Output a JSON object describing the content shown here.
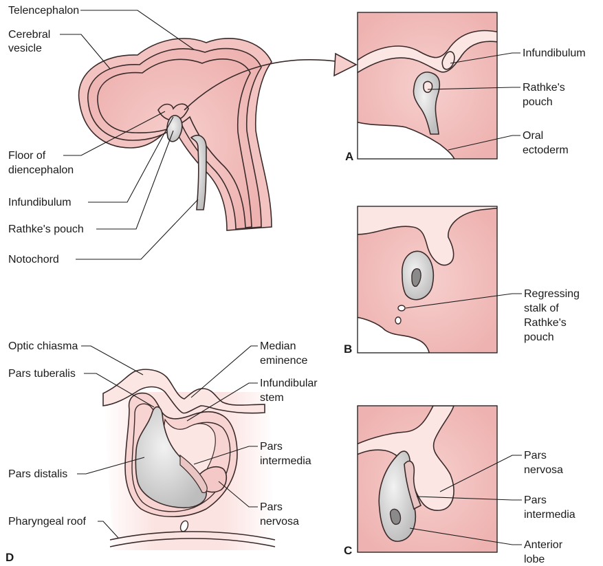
{
  "labels": {
    "telencephalon": "Telencephalon",
    "cerebral_1": "Cerebral",
    "cerebral_2": "vesicle",
    "floor_1": "Floor of",
    "floor_2": "diencephalon",
    "infundibulum_main": "Infundibulum",
    "rathke_main": "Rathke's pouch",
    "notochord": "Notochord",
    "a_infundibulum": "Infundibulum",
    "a_rathke_1": "Rathke's",
    "a_rathke_2": "pouch",
    "a_oral_1": "Oral",
    "a_oral_2": "ectoderm",
    "b_regress_1": "Regressing",
    "b_regress_2": "stalk of",
    "b_regress_3": "Rathke's",
    "b_regress_4": "pouch",
    "c_nervosa_1": "Pars",
    "c_nervosa_2": "nervosa",
    "c_intermedia_1": "Pars",
    "c_intermedia_2": "intermedia",
    "c_anterior_1": "Anterior",
    "c_anterior_2": "lobe",
    "d_optic": "Optic chiasma",
    "d_tuberalis": "Pars tuberalis",
    "d_distalis": "Pars distalis",
    "d_pharyngeal": "Pharyngeal roof",
    "d_median_1": "Median",
    "d_median_2": "eminence",
    "d_stem_1": "Infundibular",
    "d_stem_2": "stem",
    "d_intermedia_1": "Pars",
    "d_intermedia_2": "intermedia",
    "d_nervosa_1": "Pars",
    "d_nervosa_2": "nervosa"
  },
  "panels": {
    "a": "A",
    "b": "B",
    "c": "C",
    "d": "D"
  },
  "colors": {
    "tissue_pink": "#f2bfbd",
    "tissue_pale": "#fbe6e4",
    "pouch_grey": "#d4d4d4",
    "lumen_grey": "#8a8a8a",
    "ink": "#1a1a1a"
  }
}
